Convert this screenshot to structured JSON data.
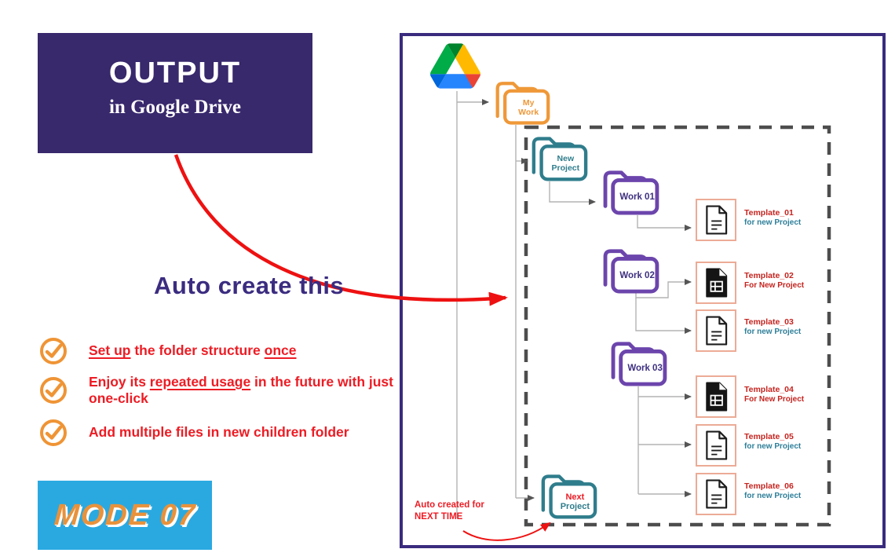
{
  "banner": {
    "title": "OUTPUT",
    "subtitle": "in Google Drive"
  },
  "caption": "Auto create this",
  "checklist": {
    "item1": {
      "a": "Set up",
      "b": " the folder structure ",
      "c": "once"
    },
    "item2": {
      "a": "Enjoy its ",
      "b": "repeated usage",
      "c": " in the future with just one-click"
    },
    "item3": {
      "a": "Add multiple files in new children folder"
    }
  },
  "badge": {
    "text": "MODE 07"
  },
  "tree": {
    "root": {
      "label": "My\nWork"
    },
    "new_project": {
      "label": "New\nProject"
    },
    "work01": {
      "label": "Work 01"
    },
    "work02": {
      "label": "Work 02"
    },
    "work03": {
      "label": "Work 03"
    },
    "next_project": {
      "label_top": "Next",
      "label_bottom": "Project"
    }
  },
  "templates": [
    {
      "name": "Template_01",
      "desc": "for new Project",
      "icon": "doc-icon"
    },
    {
      "name": "Template_02",
      "desc": "For New Project",
      "icon": "sheet-icon"
    },
    {
      "name": "Template_03",
      "desc": "for new Project",
      "icon": "doc-icon"
    },
    {
      "name": "Template_04",
      "desc": "For New Project",
      "icon": "sheet-icon"
    },
    {
      "name": "Template_05",
      "desc": "for new Project",
      "icon": "doc-icon"
    },
    {
      "name": "Template_06",
      "desc": "for new Project",
      "icon": "doc-icon"
    }
  ],
  "note": {
    "line1": "Auto created for",
    "line2": "NEXT TIME"
  },
  "colors": {
    "banner_bg": "#38286c",
    "panel_border": "#3a2b7e",
    "caption": "#3b2c80",
    "check_red": "#ed1c24",
    "check_orange": "#ef9435",
    "badge_bg": "#2aa9e1",
    "badge_text": "#e8923c",
    "folder_orange": "#ef9838",
    "folder_teal": "#2f7d8c",
    "folder_purple": "#6c45ac",
    "template_border": "#ecab96",
    "template_name_red": "#c5241f",
    "template_desc_teal": "#2e7f99"
  }
}
